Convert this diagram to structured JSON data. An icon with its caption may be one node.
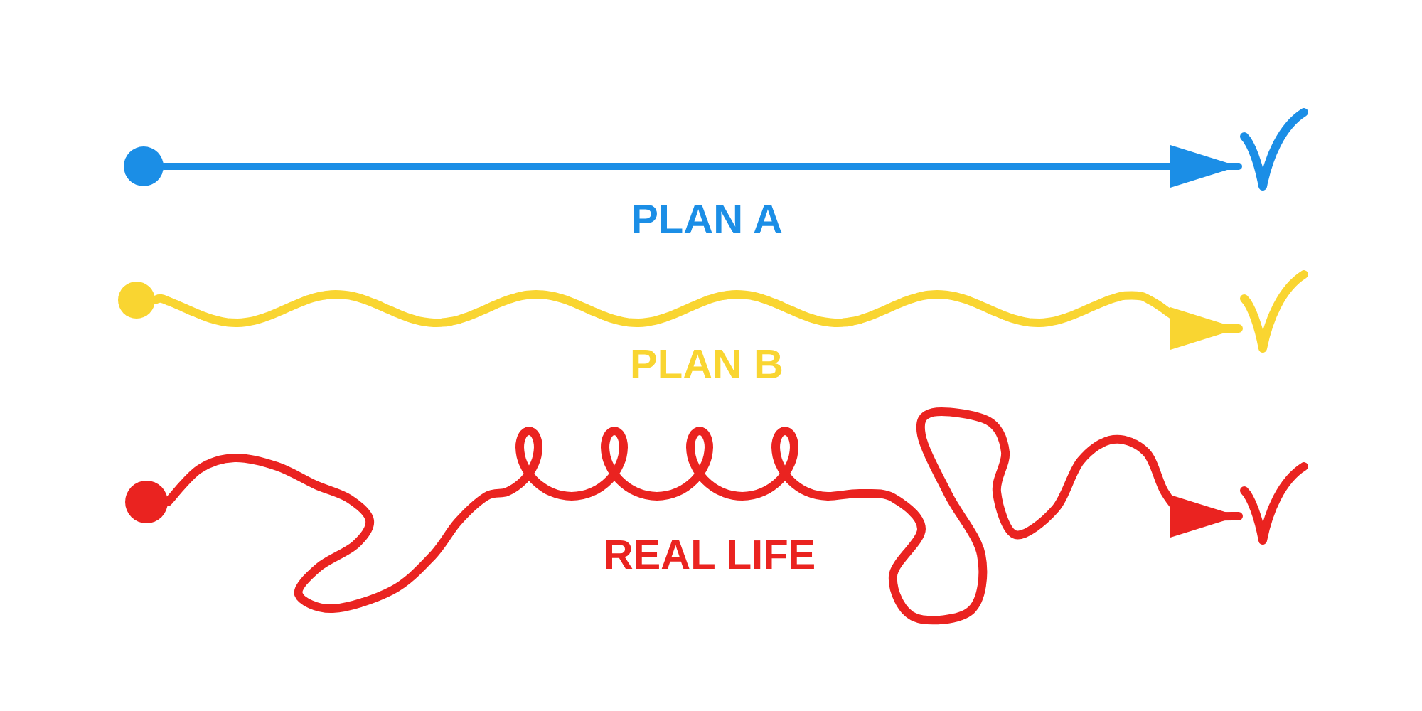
{
  "diagram": {
    "nodes": [
      {
        "text": [],
        "shape": "circle"
      },
      {
        "text": [],
        "shape": "checkmark"
      },
      {
        "text": [],
        "shape": "circle"
      },
      {
        "text": [],
        "shape": "checkmark"
      },
      {
        "text": [],
        "shape": "circle"
      },
      {
        "text": [],
        "shape": "checkmark"
      }
    ],
    "edges": [
      {
        "from": 0,
        "to": 1,
        "arrow": "to",
        "label": "PLAN A",
        "color": "#1b8ee6"
      },
      {
        "from": 2,
        "to": 3,
        "arrow": "to",
        "label": "PLAN B",
        "color": "#f9d531"
      },
      {
        "from": 4,
        "to": 5,
        "arrow": "to",
        "label": "REAL LIFE",
        "color": "#ea2320"
      }
    ]
  }
}
